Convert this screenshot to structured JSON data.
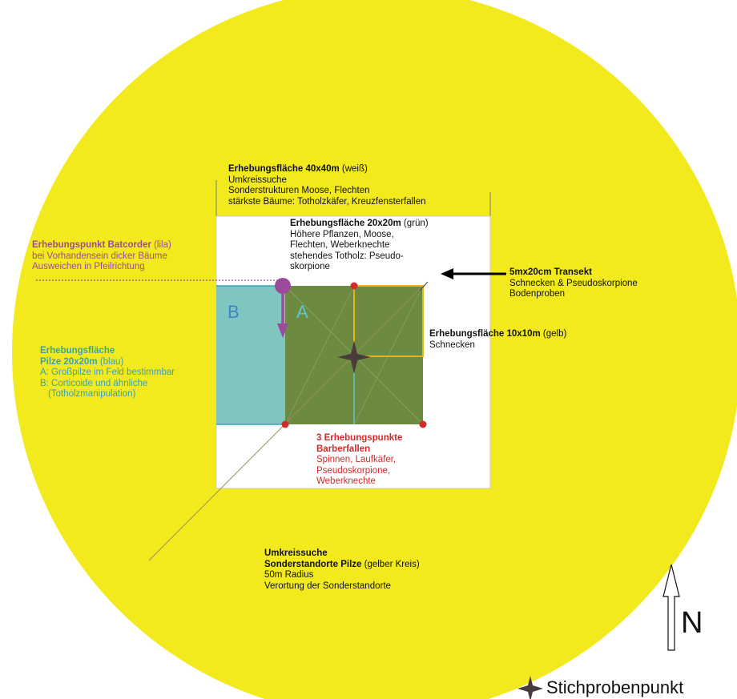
{
  "colors": {
    "circle": "#f2ea1c",
    "plot_white": "#ffffff",
    "plot_green": "#6c8b40",
    "plot_blue": "#7fc5c0",
    "blue_text": "#3aa0b6",
    "lila": "#9b4b9a",
    "red": "#d32a2a",
    "yellow_border": "#e8b21a",
    "dark": "#111111"
  },
  "survey_40x40": {
    "title": "Erhebungsfläche 40x40m",
    "tag": "(weiß)",
    "lines": [
      "Umkreissuche",
      "Sonderstrukturen Moose, Flechten",
      "stärkste Bäume: Totholzkäfer, Kreuzfensterfallen"
    ]
  },
  "survey_20x20": {
    "title": "Erhebungsfläche 20x20m",
    "tag": "(grün)",
    "lines": [
      "Höhere Pflanzen, Moose,",
      "Flechten, Weberknechte",
      "stehendes Totholz: Pseudo-",
      "skorpione"
    ]
  },
  "batcorder": {
    "title": "Erhebungspunkt Batcorder",
    "tag": "(lila)",
    "lines": [
      "bei Vorhandensein dicker Bäume",
      "Ausweichen in Pfeilrichtung"
    ]
  },
  "transect": {
    "title": "5mx20cm Transekt",
    "lines": [
      "Schnecken & Pseudoskorpione",
      "Bodenproben"
    ]
  },
  "survey_10x10": {
    "title": "Erhebungsfläche 10x10m",
    "tag": "(gelb)",
    "lines": [
      "Schnecken"
    ]
  },
  "fungi": {
    "title_1": "Erhebungsfläche",
    "title_2": "Pilze 20x20m",
    "tag": "(blau)",
    "lines": [
      "A: Großpilze im Feld bestimmbar",
      "B: Corticoide und ähnliche",
      "(Totholzmanipulation)"
    ]
  },
  "pitfall": {
    "title_1": "3 Erhebungspunkte",
    "title_2": "Barberfallen",
    "lines": [
      "Spinnen, Laufkäfer,",
      "Pseudoskorpione,",
      "Weberknechte"
    ]
  },
  "radius": {
    "title_1": "Umkreissuche",
    "title_2": "Sonderstandorte Pilze",
    "tag": "(gelber Kreis)",
    "lines": [
      "50m Radius",
      "Verortung der Sonderstandorte"
    ]
  },
  "letters": {
    "a": "A",
    "b": "B"
  },
  "north": {
    "label": "N"
  },
  "legend": {
    "icon": "four-point-star-icon",
    "label": "Stichprobenpunkt"
  }
}
